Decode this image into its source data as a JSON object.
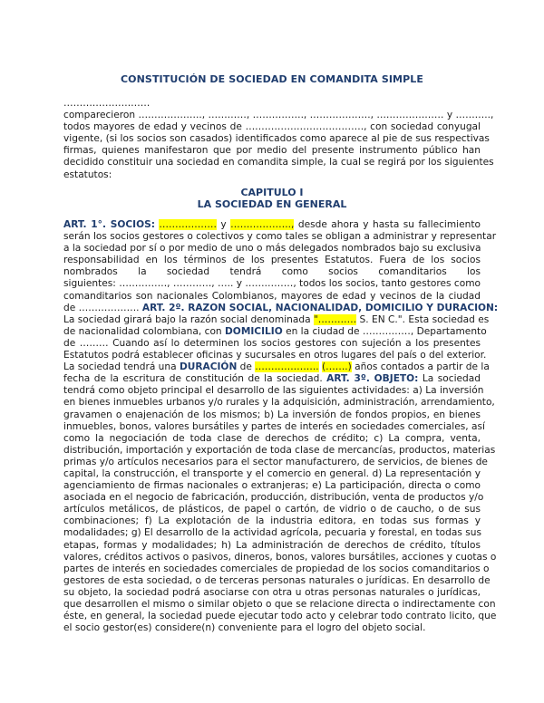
{
  "document": {
    "title": "CONSTITUCIÓN DE SOCIEDAD EN COMANDITA SIMPLE",
    "intro_lines": [
      "………………………",
      "comparecieron ……………….., …………, ……………., ………………., …………………  y ………..,",
      "todos mayores de edad y vecinos de ……………………………….,  con sociedad conyugal",
      "vigente, (si los socios son casados) identificados como aparece al pie de sus respectivas",
      "firmas, quienes manifestaron que por medio del presente instrumento público han",
      "decidido constituir una sociedad en comandita simple, la cual se regirá por los siguientes",
      "estatutos:"
    ],
    "chapter": {
      "number": "CAPITULO I",
      "name": "LA SOCIEDAD EN GENERAL"
    },
    "art1": {
      "heading": "ART. 1°. SOCIOS:",
      "blank1": "………………",
      "conj": " y ",
      "blank2": "……………….,",
      "line1_rest": " desde ahora y hasta su fallecimiento",
      "lines": [
        "serán los socios gestores o colectivos y como tales se obligan a administrar y representar",
        "a la sociedad por sí o por medio de uno o más delegados nombrados bajo su exclusiva",
        "responsabilidad en los términos de los presentes Estatutos. Fuera de los socios",
        "nombrados la sociedad tendrá como socios comanditarios los",
        "siguientes: ……………, …………, ….. y ……………, todos los socios, tanto gestores como",
        "comanditarios son nacionales Colombianos, mayores de edad y  vecinos de la ciudad"
      ],
      "last_prefix": "de ………………. "
    },
    "art2": {
      "heading": "ART. 2º. RAZON SOCIAL, NACIONALIDAD, DOMICILIO Y DURACION:",
      "line1_a": "La sociedad girará bajo la razón social denominada ",
      "name_blank": "\"…………",
      "line1_b": " S. EN C.\". Esta sociedad es",
      "line2_a": "de nacionalidad colombiana, con ",
      "domicilio": "DOMICILIO",
      "line2_b": " en la ciudad de ……………, Departamento",
      "line3": "de ……… Cuando así lo determinen los socios gestores con sujeción a los presentes",
      "line4": "Estatutos podrá establecer oficinas y sucursales en otros lugares del país o del exterior.",
      "line5_a": "La sociedad tendrá una ",
      "duracion": "DURACIÓN",
      "line5_b": " de ",
      "years_blank": "………………..",
      "years_num_blank": "(…….)",
      "line5_c": " años contados a partir de la",
      "line6_a": "fecha de la escritura de constitución de la sociedad. "
    },
    "art3": {
      "heading": "ART. 3º. OBJETO:",
      "line1_rest": " La sociedad",
      "lines": [
        "tendrá como objeto principal el desarrollo de las siguientes actividades: a) La inversión",
        "en bienes inmuebles urbanos y/o rurales y la adquisición, administración, arrendamiento,",
        "gravamen o enajenación de los mismos; b) La inversión de fondos propios, en bienes",
        "inmuebles, bonos, valores bursátiles y partes de interés en sociedades comerciales, así",
        "como la negociación de toda clase de derechos de crédito; c) La compra, venta,",
        "distribución, importación y exportación de toda clase de mercancías, productos, materias",
        "primas y/o artículos necesarios para el sector manufacturero, de servicios, de bienes de",
        "capital, la construcción, el transporte y el comercio en general. d) La representación y",
        "agenciamiento de firmas nacionales o extranjeras; e) La participación, directa o como",
        "asociada en el negocio de fabricación, producción, distribución, venta de productos y/o",
        "artículos metálicos, de plásticos, de papel o cartón, de vidrio o de caucho, o de sus",
        "combinaciones; f) La explotación de la industria editora, en todas sus formas y",
        "modalidades; g) El desarrollo de la actividad agrícola, pecuaria y forestal, en todas sus",
        "etapas, formas y modalidades; h) La administración de derechos de crédito, títulos",
        "valores, créditos activos o pasivos, dineros, bonos, valores bursátiles, acciones y cuotas o",
        "partes de interés en sociedades comerciales de propiedad de los socios comanditarios o",
        "gestores de esta sociedad, o de terceras personas naturales o jurídicas. En desarrollo de",
        "su objeto, la sociedad podrá asociarse con otra u otras personas naturales o jurídicas,",
        "que desarrollen el mismo o similar objeto o que se relacione directa o indirectamente con",
        "éste, en general, la sociedad puede ejecutar todo acto y celebrar todo contrato licito, que",
        "el socio gestor(es) considere(n) conveniente para el logro del objeto social."
      ]
    },
    "colors": {
      "heading": "#1f3d6e",
      "highlight": "#ffff00",
      "text": "#1a1a1a"
    }
  }
}
